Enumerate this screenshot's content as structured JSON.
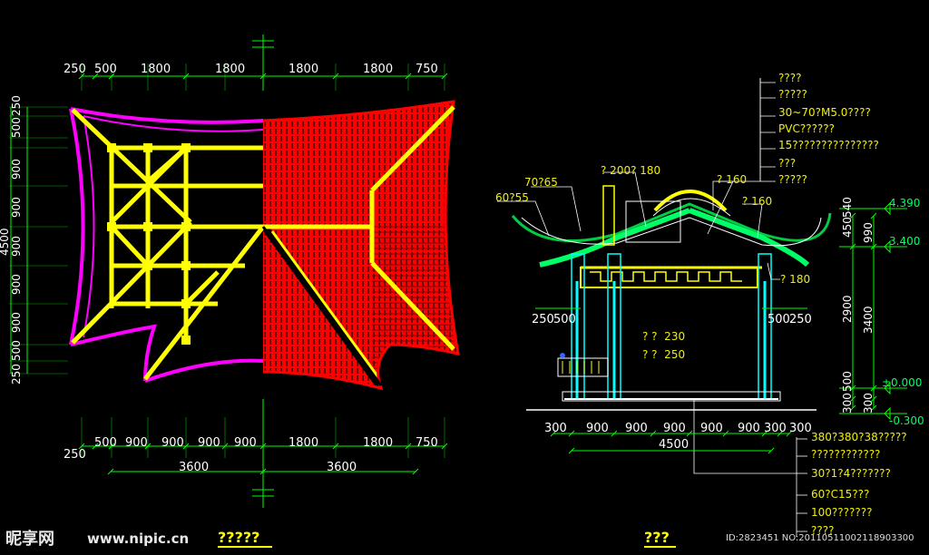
{
  "colors": {
    "background": "#000000",
    "dimension": "#00ff00",
    "roof_tile": "#ff0000",
    "rafter": "#ffff00",
    "eave": "#ff00ff",
    "column": "#00ffff",
    "annotation": "#ffff00",
    "white": "#ffffff"
  },
  "plan": {
    "top_dims": [
      "250",
      "500",
      "1800",
      "1800",
      "1800",
      "1800",
      "750"
    ],
    "bottom_dims": [
      "250",
      "500",
      "900",
      "900",
      "900",
      "900",
      "1800",
      "1800",
      "750"
    ],
    "bottom_totals": [
      "3600",
      "3600"
    ],
    "left_dims": [
      "500",
      "250",
      "900",
      "900",
      "900",
      "900",
      "900",
      "250",
      "500"
    ],
    "left_total": "4500",
    "title": "?????"
  },
  "section": {
    "title": "???",
    "labels_left": [
      "70?65",
      "60?55"
    ],
    "labels_top": [
      "? 200? 180",
      "? 160",
      "? 160",
      "? 180"
    ],
    "labels_mid": [
      "? ?  230",
      "? ?  250"
    ],
    "left_dims": [
      "250",
      "500"
    ],
    "right_lower_dims": [
      "500",
      "250"
    ],
    "bottom_dims": [
      "300",
      "900",
      "900",
      "900",
      "900",
      "900",
      "300",
      "300"
    ],
    "bottom_total": "4500",
    "elev_right": [
      "4.390",
      "3.400",
      "±0.000",
      "-0.300"
    ],
    "elev_dims_left": [
      "450",
      "540",
      "990",
      "2900",
      "3400",
      "300",
      "500",
      "300"
    ],
    "notes_top": [
      "????",
      "?????",
      "30~70?M5.0????",
      "PVC??????",
      "15???????????????",
      "???",
      "?????"
    ],
    "notes_bottom": [
      "380?380?38?????",
      "????????????",
      "30?1?4???????",
      "60?C15???",
      "100???????",
      "????"
    ]
  },
  "watermark": {
    "logo": "昵享网",
    "url": "www.nipic.cn",
    "id": "ID:2823451 NO:20110511002118903300"
  }
}
